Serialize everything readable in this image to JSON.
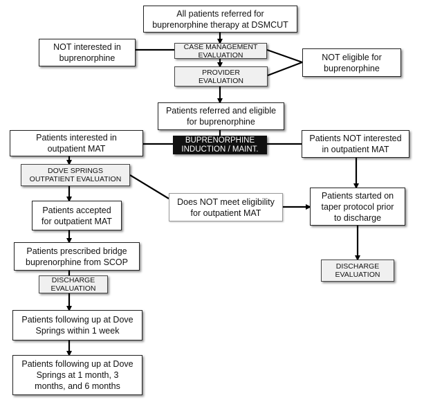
{
  "nodes": {
    "all_patients": "All patients referred for\nbuprenorphine therapy at DSMCUT",
    "not_interested_bup": "NOT interested in\nbuprenorphine",
    "case_mgmt_eval": "CASE MANAGEMENT\nEVALUATION",
    "not_eligible_bup": "NOT eligible for\nbuprenorphine",
    "provider_eval": "PROVIDER\nEVALUATION",
    "referred_eligible": "Patients referred and eligible\nfor buprenorphine",
    "interested_outpatient": "Patients interested in\noutpatient MAT",
    "induction": "BUPRENORPHINE\nINDUCTION / MAINT.",
    "not_interested_outpatient": "Patients NOT interested\nin outpatient MAT",
    "dove_springs_eval": "DOVE SPRINGS\nOUTPATIENT EVALUATION",
    "accepted_outpatient": "Patients accepted\nfor outpatient MAT",
    "not_meet_eligibility": "Does NOT meet eligibility\nfor outpatient MAT",
    "taper_protocol": "Patients started on\ntaper protocol prior\nto discharge",
    "bridge_bup": "Patients prescribed bridge\nbuprenorphine from SCOP",
    "discharge_eval_left": "DISCHARGE\nEVALUATION",
    "discharge_eval_right": "DISCHARGE\nEVALUATION",
    "followup_1week": "Patients following up at Dove\nSprings within 1 week",
    "followup_months": "Patients following up at Dove\nSprings at 1 month, 3\nmonths, and 6 months"
  }
}
